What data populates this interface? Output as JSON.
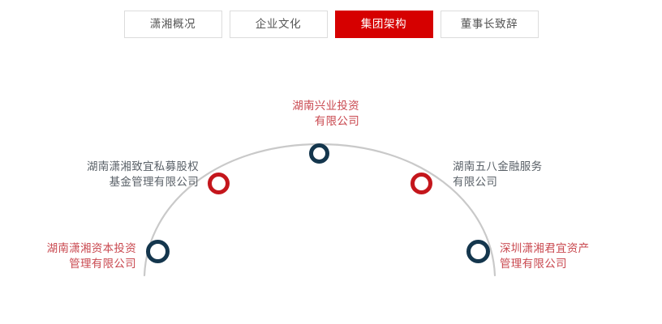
{
  "page": {
    "title": "集团架构",
    "background_color": "#ffffff"
  },
  "tabs": {
    "items": [
      {
        "label": "潇湘概况",
        "active": false
      },
      {
        "label": "企业文化",
        "active": false
      },
      {
        "label": "集团架构",
        "active": true
      },
      {
        "label": "董事长致辞",
        "active": false
      }
    ],
    "active_background_color": "#d60000",
    "active_text_color": "#ffffff",
    "inactive_text_color": "#555555",
    "border_color": "#dcdcdc"
  },
  "org_chart": {
    "arc_color": "#c9c9c9",
    "nodes": [
      {
        "id": "top-center",
        "ring_color": "#14364d",
        "label_color": "#c9484f",
        "label_lines": [
          "湖南兴业投资",
          "有限公司"
        ],
        "label_align": "right"
      },
      {
        "id": "left-mid",
        "ring_color": "#c4161c",
        "label_color": "#5a6168",
        "label_lines": [
          "湖南潇湘致宜私募股权",
          "基金管理有限公司"
        ],
        "label_align": "right"
      },
      {
        "id": "right-mid",
        "ring_color": "#c4161c",
        "label_color": "#5a6168",
        "label_lines": [
          "湖南五八金融服务",
          "有限公司"
        ],
        "label_align": "left"
      },
      {
        "id": "left-bottom",
        "ring_color": "#14364d",
        "label_color": "#c9484f",
        "label_lines": [
          "湖南潇湘资本投资",
          "管理有限公司"
        ],
        "label_align": "right"
      },
      {
        "id": "right-bottom",
        "ring_color": "#14364d",
        "label_color": "#c9484f",
        "label_lines": [
          "深圳潇湘君宜资产",
          "管理有限公司"
        ],
        "label_align": "left"
      }
    ]
  }
}
